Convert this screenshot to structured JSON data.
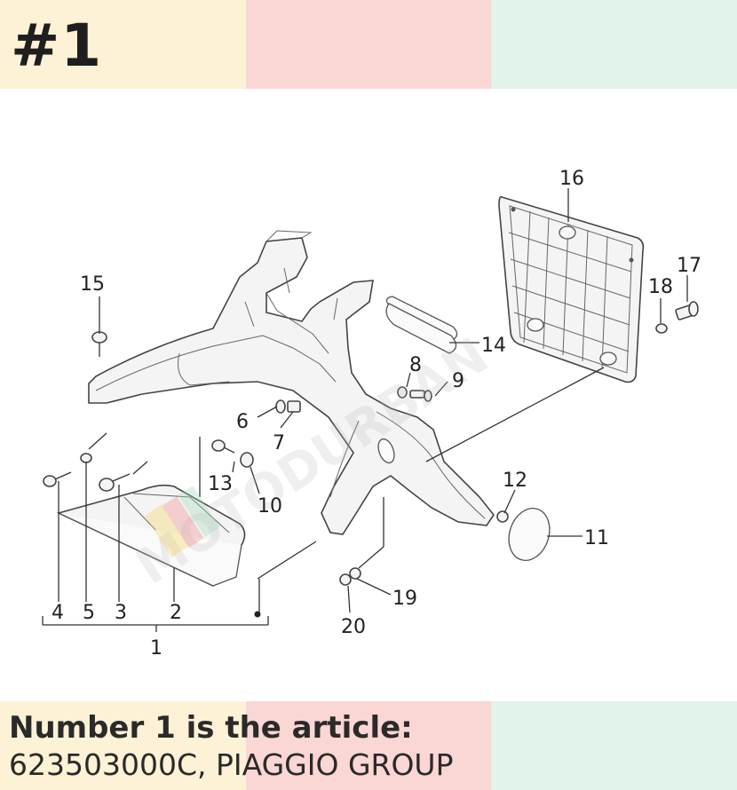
{
  "header": {
    "page_number": "#1"
  },
  "caption": {
    "line1": "Number 1 is the article:",
    "line2": "623503000C, PIAGGIO GROUP"
  },
  "diagram": {
    "callouts": [
      "1",
      "2",
      "3",
      "4",
      "5",
      "6",
      "7",
      "8",
      "9",
      "10",
      "11",
      "12",
      "13",
      "14",
      "15",
      "16",
      "17",
      "18",
      "19",
      "20"
    ]
  },
  "colors": {
    "yellow": "#fdf2d6",
    "pink": "#fad6d4",
    "mint": "#e2f3ea",
    "text": "#1e1e1e"
  }
}
